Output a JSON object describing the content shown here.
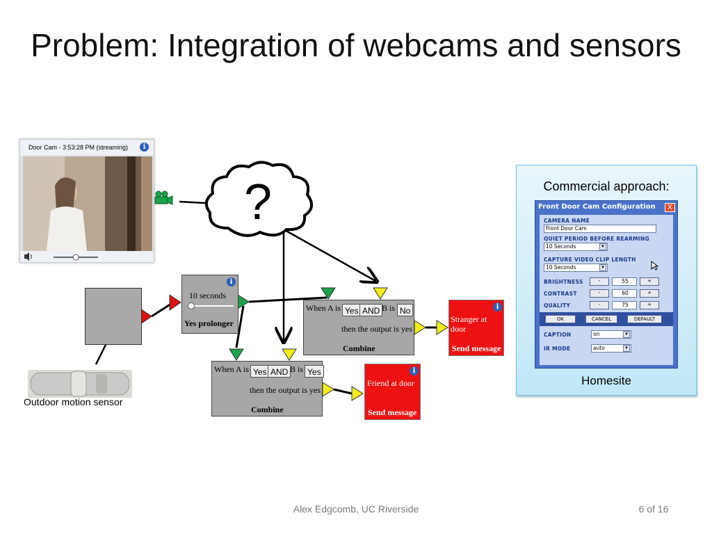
{
  "slide": {
    "title": "Problem: Integration of webcams and sensors",
    "footer_author": "Alex Edgcomb, UC Riverside",
    "footer_page": "6 of 16"
  },
  "webcam": {
    "header": "Door Cam - 3:53:28 PM (streaming)",
    "info_icon": "i"
  },
  "cloud": {
    "symbol": "?"
  },
  "sensor": {
    "label": "Outdoor motion sensor"
  },
  "prolonger": {
    "duration": "10 seconds",
    "title": "Yes prolonger",
    "info_icon": "i"
  },
  "combine_top": {
    "prefix": "When A is",
    "a_value": "Yes",
    "op": "AND",
    "b_label": "B is",
    "b_value": "No",
    "output_text": "then the output is yes",
    "title": "Combine"
  },
  "combine_bottom": {
    "prefix": "When A is",
    "a_value": "Yes",
    "op": "AND",
    "b_label": "B is",
    "b_value": "Yes",
    "output_text": "then the output is yes",
    "title": "Combine"
  },
  "message_top": {
    "text_line1": "Stranger at",
    "text_line2": "door",
    "action": "Send message",
    "info_icon": "i"
  },
  "message_bottom": {
    "text": "Friend at door",
    "action": "Send message",
    "info_icon": "i"
  },
  "commercial": {
    "label": "Commercial approach:",
    "footer": "Homesite",
    "config": {
      "title": "Front Door Cam Configuration",
      "close": "X",
      "camera_name_label": "CAMERA NAME",
      "camera_name_value": "Front Door Cam",
      "quiet_label": "QUIET PERIOD BEFORE REARMING",
      "quiet_value": "10 Seconds",
      "clip_label": "CAPTURE VIDEO CLIP LENGTH",
      "clip_value": "10 Seconds",
      "brightness_label": "BRIGHTNESS",
      "brightness_value": "55",
      "contrast_label": "CONTRAST",
      "contrast_value": "60",
      "quality_label": "QUALITY",
      "quality_value": "75",
      "minus": "-",
      "plus": "+",
      "ok": "OK",
      "cancel": "CANCEL",
      "default": "DEFAULT",
      "caption_label": "CAPTION",
      "caption_value": "on",
      "irmode_label": "IR MODE",
      "irmode_value": "auto"
    }
  },
  "colors": {
    "block_grey": "#a7a7a7",
    "alert_red": "#ee1111",
    "port_green": "#1aa34a",
    "port_yellow": "#f2ee1a",
    "port_red": "#dd1111"
  }
}
